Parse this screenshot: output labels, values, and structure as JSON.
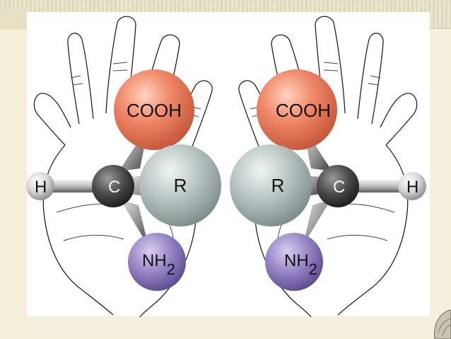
{
  "molecules": {
    "left": {
      "top_group": "COOH",
      "center_atom": "C",
      "side_atom": "H",
      "r_group": "R",
      "bottom_group_main": "NH",
      "bottom_group_sub": "2"
    },
    "right": {
      "top_group": "COOH",
      "center_atom": "C",
      "side_atom": "H",
      "r_group": "R",
      "bottom_group_main": "NH",
      "bottom_group_sub": "2"
    }
  },
  "colors": {
    "cooh": "#f08a6a",
    "r_group": "#b9c5c4",
    "nh2": "#9a88c8",
    "carbon": "#4a4a4a",
    "hydrogen": "#d6d6d6",
    "background": "#f4f0dc"
  }
}
